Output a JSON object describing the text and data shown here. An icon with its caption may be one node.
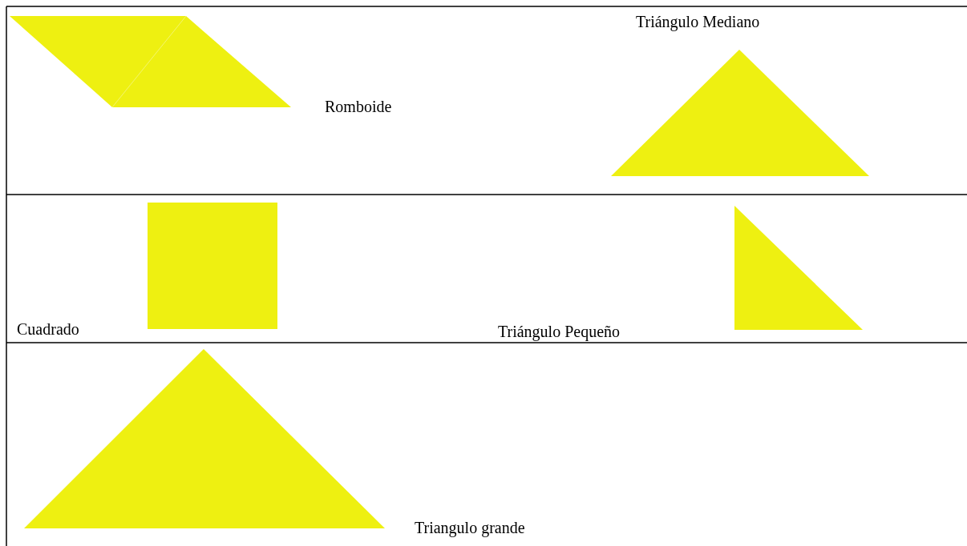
{
  "diagram": {
    "nodes": [
      {
        "text": [],
        "shape": "parallelogram",
        "beside": [
          "Romboide"
        ]
      },
      {
        "text": [],
        "shape": "triangle",
        "beside": [
          "Triángulo Mediano"
        ]
      },
      {
        "text": [],
        "shape": "square"
      },
      {
        "text": [],
        "shape": "triangle"
      },
      {
        "text": [],
        "shape": "triangle",
        "beside": [
          "Triangulo grande"
        ]
      }
    ],
    "labels": [
      "Cuadrado",
      "Triángulo Pequeño"
    ]
  }
}
